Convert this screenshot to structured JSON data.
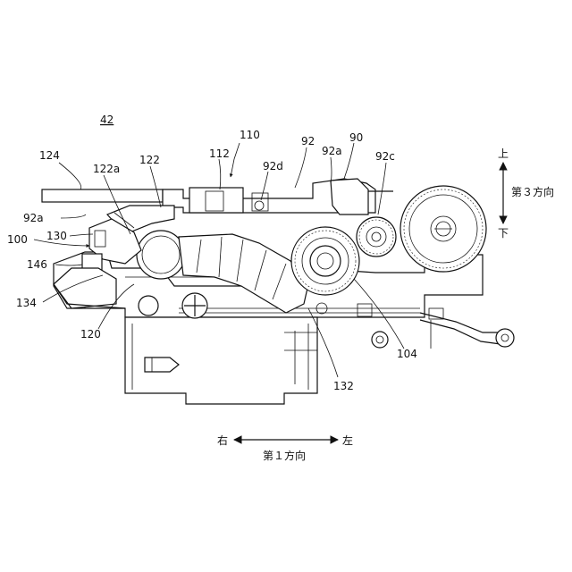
{
  "figure_id": "42",
  "labels": {
    "l110": "110",
    "l92": "92",
    "l90": "90",
    "l112": "112",
    "l92d": "92d",
    "l92a_top": "92a",
    "l92c": "92c",
    "l124": "124",
    "l122a": "122a",
    "l122": "122",
    "l92a_left": "92a",
    "l100": "100",
    "l130": "130",
    "l146": "146",
    "l134": "134",
    "l120": "120",
    "l132": "132",
    "l104": "104"
  },
  "vertical_axis": {
    "top": "上",
    "label": "第３方向",
    "bottom": "下"
  },
  "horizontal_axis": {
    "right_end": "右",
    "left_end": "左",
    "label": "第１方向"
  }
}
